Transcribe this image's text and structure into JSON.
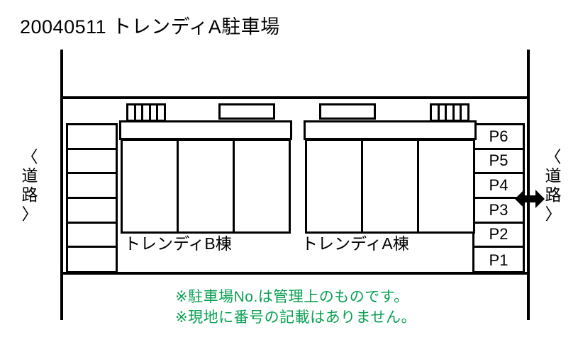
{
  "page": {
    "title": "20040511 トレンディA駐車場",
    "accent_green": "#0aa053",
    "line_color": "#000000",
    "background": "#ffffff"
  },
  "roads": {
    "left": {
      "open_paren": "〈",
      "chars": [
        "道",
        "路"
      ],
      "close_paren": "〉",
      "label": "（道路）"
    },
    "right": {
      "open_paren": "〈",
      "chars": [
        "道",
        "路"
      ],
      "close_paren": "〉",
      "label": "（道路）"
    }
  },
  "parking": {
    "left_stalls": [
      {
        "label": ""
      },
      {
        "label": ""
      },
      {
        "label": ""
      },
      {
        "label": ""
      },
      {
        "label": ""
      },
      {
        "label": ""
      }
    ],
    "right_stalls": [
      {
        "label": "P6"
      },
      {
        "label": "P5"
      },
      {
        "label": "P4"
      },
      {
        "label": "P3"
      },
      {
        "label": "P2"
      },
      {
        "label": "P1"
      }
    ]
  },
  "buildings": [
    {
      "id": "b",
      "label": "トレンディB棟",
      "rooms": [
        "",
        "",
        ""
      ],
      "steps": [
        "",
        "",
        "",
        "",
        ""
      ]
    },
    {
      "id": "a",
      "label": "トレンディA棟",
      "rooms": [
        "",
        "",
        ""
      ],
      "steps": [
        "",
        "",
        "",
        "",
        ""
      ]
    }
  ],
  "arrow": {
    "name": "double-headed-arrow",
    "direction": "left-right"
  },
  "notes": [
    "※駐車場No.は管理上のものです。",
    "※現地に番号の記載はありません。"
  ]
}
